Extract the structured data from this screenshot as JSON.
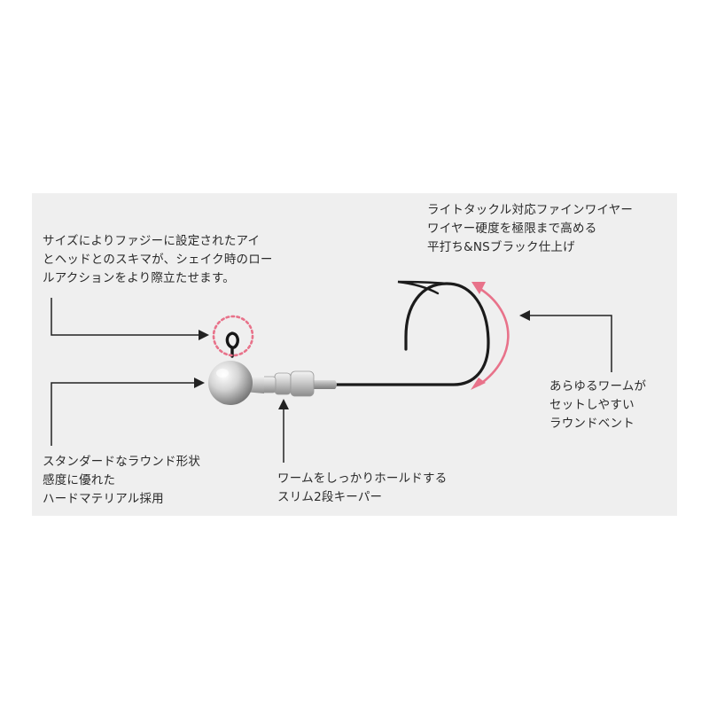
{
  "colors": {
    "panel": "#efefef",
    "accent": "#e8728a",
    "line": "#222222",
    "text": "#2a2a2a"
  },
  "callouts": {
    "eye_gap": [
      "サイズによりファジーに設定されたアイ",
      "とヘッドとのスキマが、シェイク時のロー",
      "ルアクションをより際立たせます。"
    ],
    "fine_wire": [
      "ライトタックル対応ファインワイヤー",
      "ワイヤー硬度を極限まで高める",
      "平打ち&NSブラック仕上げ"
    ],
    "round_bend": [
      "あらゆるワームが",
      "セットしやすい",
      "ラウンドベント"
    ],
    "round_head": [
      "スタンダードなラウンド形状",
      "感度に優れた",
      "ハードマテリアル採用"
    ],
    "keeper": [
      "ワームをしっかりホールドする",
      "スリム2段キーパー"
    ]
  }
}
